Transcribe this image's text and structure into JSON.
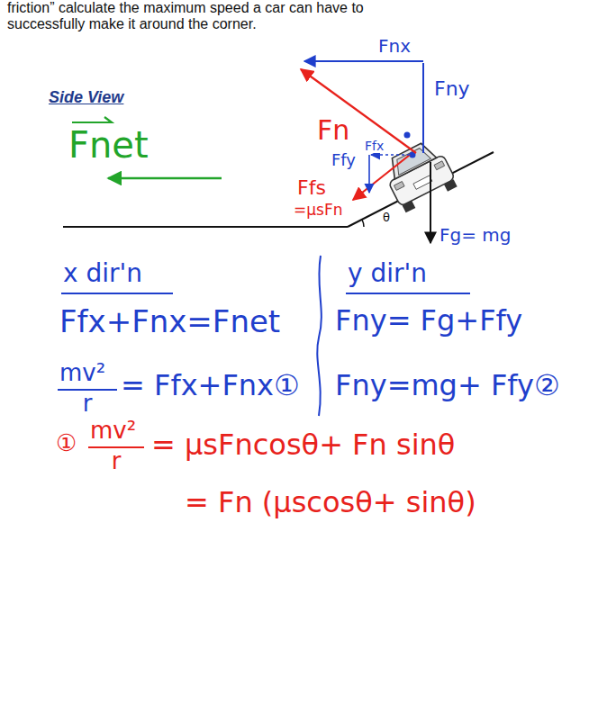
{
  "diagram": {
    "labels": [
      "friction” calculate the maximum speed a car can have to successfully make it around the corner.",
      "Side View",
      "Fnx",
      "Fny",
      "Fn",
      "Fnet",
      "Ffx",
      "Ffy",
      "Ffs",
      "=μsFn",
      "θ",
      "Fg= mg",
      "x dir'n",
      "y dir'n",
      "Ffx+Fnx=Fnet",
      "Fny= Fg+Ffy",
      "mv²",
      "r",
      "= Ffx+Fnx①",
      "Fny=mg+ Ffy②",
      "①",
      "mv²",
      "r",
      "= μsFncosθ+ Fn sinθ",
      "= Fn (μscosθ+ sinθ)"
    ]
  }
}
